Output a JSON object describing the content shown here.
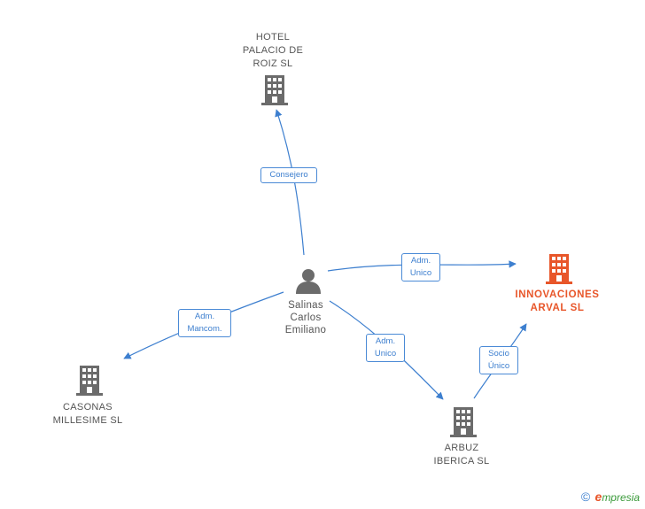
{
  "colors": {
    "edge": "#3d7fcf",
    "building": "#6b6b6b",
    "building_highlight": "#e8562a",
    "person": "#6b6b6b"
  },
  "nodes": {
    "hotel": {
      "label": "HOTEL\nPALACIO DE\nROIZ  SL",
      "icon": "building-icon"
    },
    "innovaciones": {
      "label": "INNOVACIONES\nARVAL  SL",
      "icon": "building-icon"
    },
    "casonas": {
      "label": "CASONAS\nMILLESIME  SL",
      "icon": "building-icon"
    },
    "arbuz": {
      "label": "ARBUZ\nIBERICA  SL",
      "icon": "building-icon"
    },
    "person": {
      "label": "Salinas\nCarlos\nEmiliano",
      "icon": "person-icon"
    }
  },
  "edges": {
    "consejero": {
      "label": "Consejero"
    },
    "adm_unico_innov": {
      "label": "Adm.\nUnico"
    },
    "adm_mancom": {
      "label": "Adm.\nMancom."
    },
    "adm_unico_arbuz": {
      "label": "Adm.\nUnico"
    },
    "socio_unico": {
      "label": "Socio\nÚnico"
    }
  },
  "credit": {
    "copyright": "©",
    "brand_initial": "e",
    "brand_rest": "mpresia"
  }
}
